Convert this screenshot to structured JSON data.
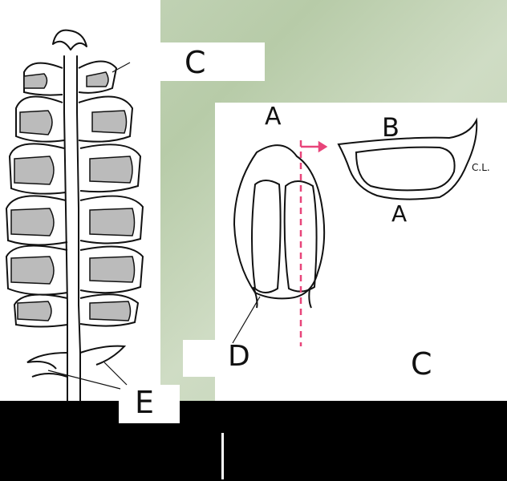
{
  "labels": {
    "A_top": "A",
    "B": "B",
    "A_bottom": "A",
    "CL": "C.L.",
    "C_top": "C",
    "C_right": "C",
    "D": "D",
    "E": "E"
  },
  "colors": {
    "background": "#000000",
    "panel": "#ffffff",
    "line": "#111111",
    "accent_arrow": "#e8457a",
    "photo_tint": "#c4d6b8"
  }
}
